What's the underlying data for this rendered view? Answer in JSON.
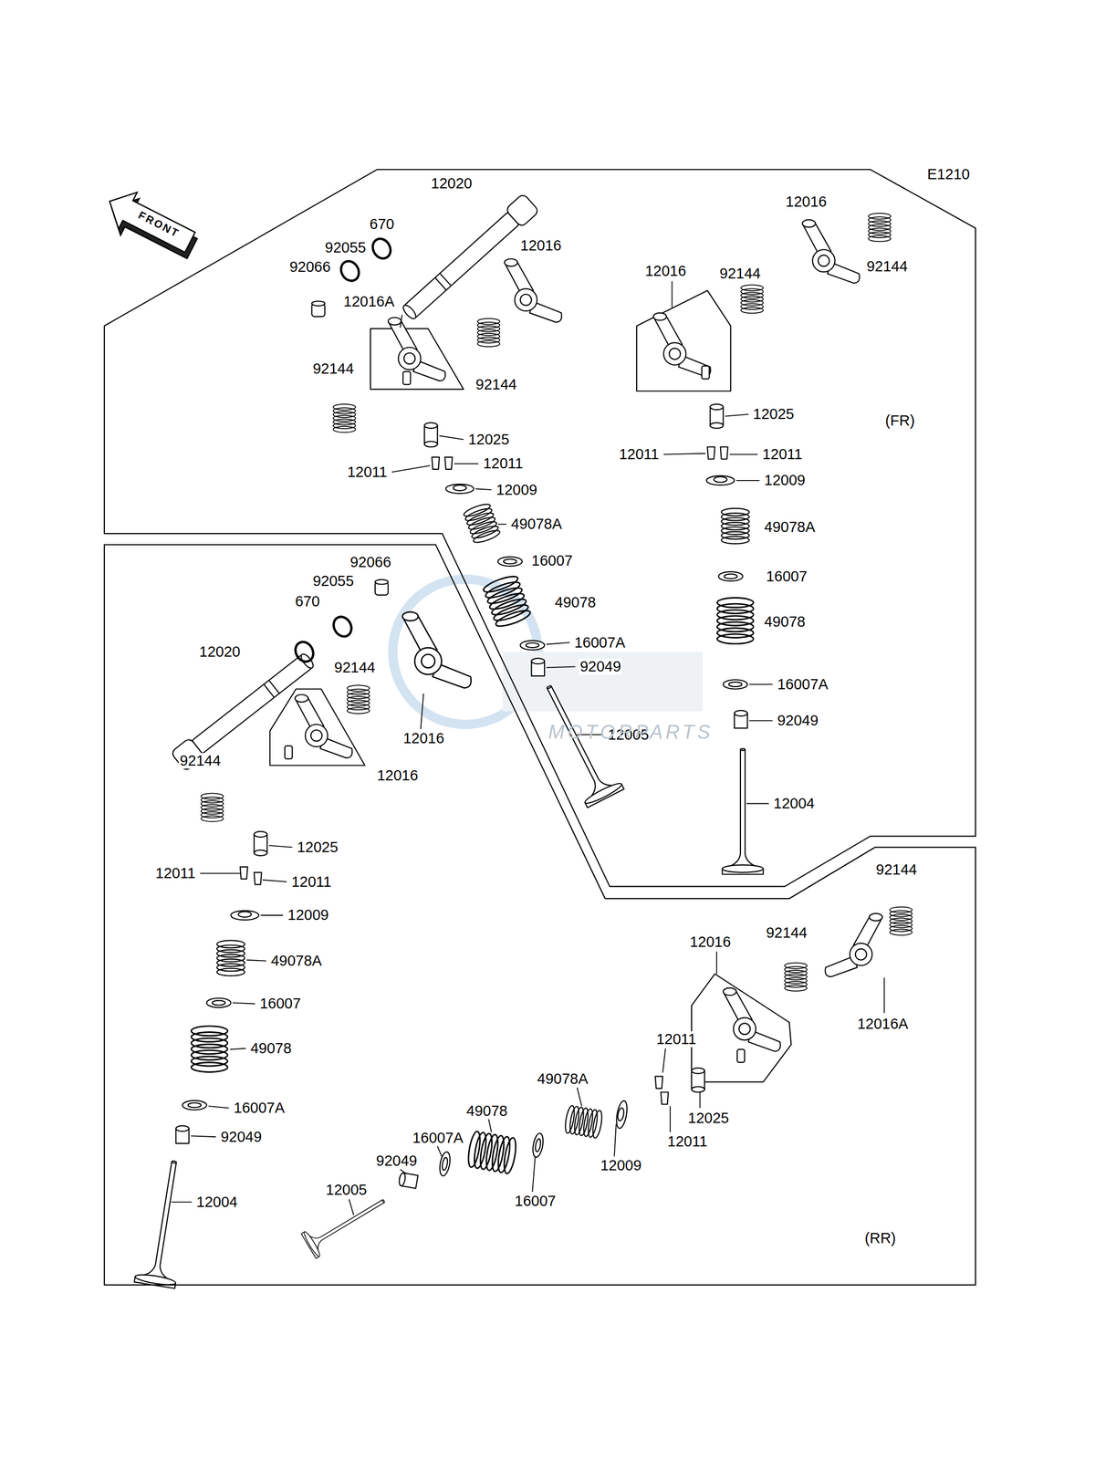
{
  "diagram": {
    "nodes": [
      {
        "text": [
          "(FR)"
        ]
      },
      {
        "text": [
          "(RR)"
        ]
      }
    ],
    "labels": [
      "E1210",
      "FRONT",
      "12020",
      "670",
      "92055",
      "92066",
      "12016A",
      "12016",
      "12016",
      "12016",
      "92144",
      "92144",
      "92144",
      "92144",
      "12025",
      "12025",
      "12011",
      "12011",
      "12011",
      "12011",
      "12009",
      "12009",
      "49078A",
      "49078A",
      "16007",
      "16007",
      "49078",
      "49078",
      "16007A",
      "92049",
      "16007A",
      "92049",
      "12005",
      "12004",
      "92066",
      "92055",
      "670",
      "12020",
      "92144",
      "12016",
      "92144",
      "12016",
      "12025",
      "12011",
      "12011",
      "12009",
      "49078A",
      "16007",
      "49078",
      "16007A",
      "92049",
      "12004",
      "92144",
      "12016",
      "92144",
      "12016A",
      "12011",
      "49078A",
      "49078",
      "16007A",
      "92049",
      "12005",
      "12025",
      "12011",
      "12009",
      "16007",
      "MOTORPARTS"
    ]
  }
}
